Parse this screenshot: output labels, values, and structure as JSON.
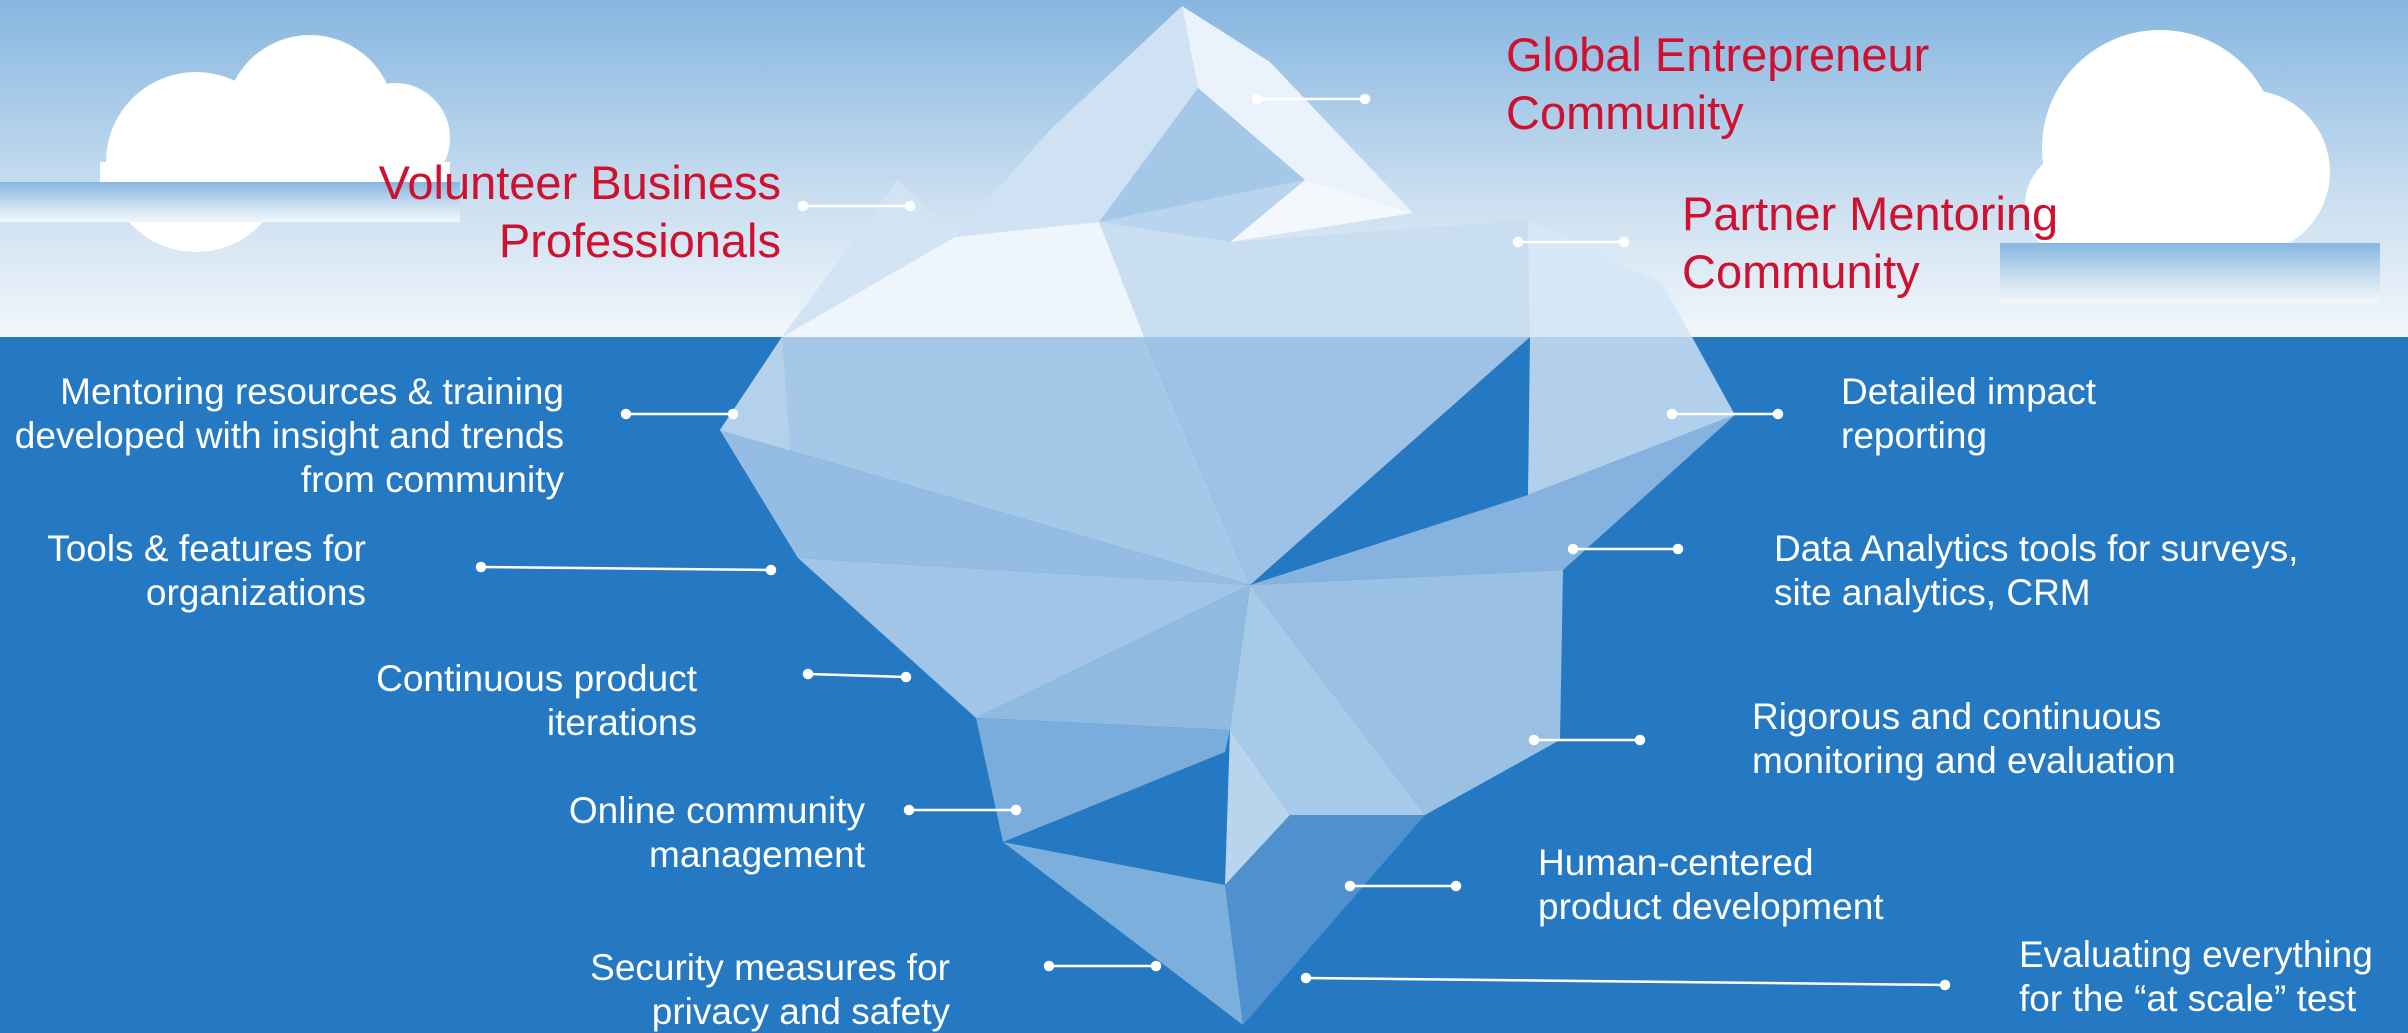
{
  "colors": {
    "sky_top": "#86b6e0",
    "sky_bottom": "#f2f7fb",
    "water": "#2479c2",
    "above_text": "#d0102f",
    "below_text": "#ffffff",
    "cloud": "#ffffff"
  },
  "above_water": [
    "Global Entrepreneur\nCommunity",
    "Volunteer Business\nProfessionals",
    "Partner Mentoring\nCommunity"
  ],
  "below_left": [
    "Mentoring resources & training\ndeveloped with insight and trends\nfrom community",
    "Tools & features for\norganizations",
    "Continuous product\niterations",
    "Online community\nmanagement",
    "Security measures for\nprivacy and safety"
  ],
  "below_right": [
    "Detailed impact\nreporting",
    "Data Analytics tools for surveys,\nsite analytics, CRM",
    "Rigorous and continuous\nmonitoring and evaluation",
    "Human-centered\nproduct development",
    "Evaluating everything\nfor the “at scale” test"
  ]
}
